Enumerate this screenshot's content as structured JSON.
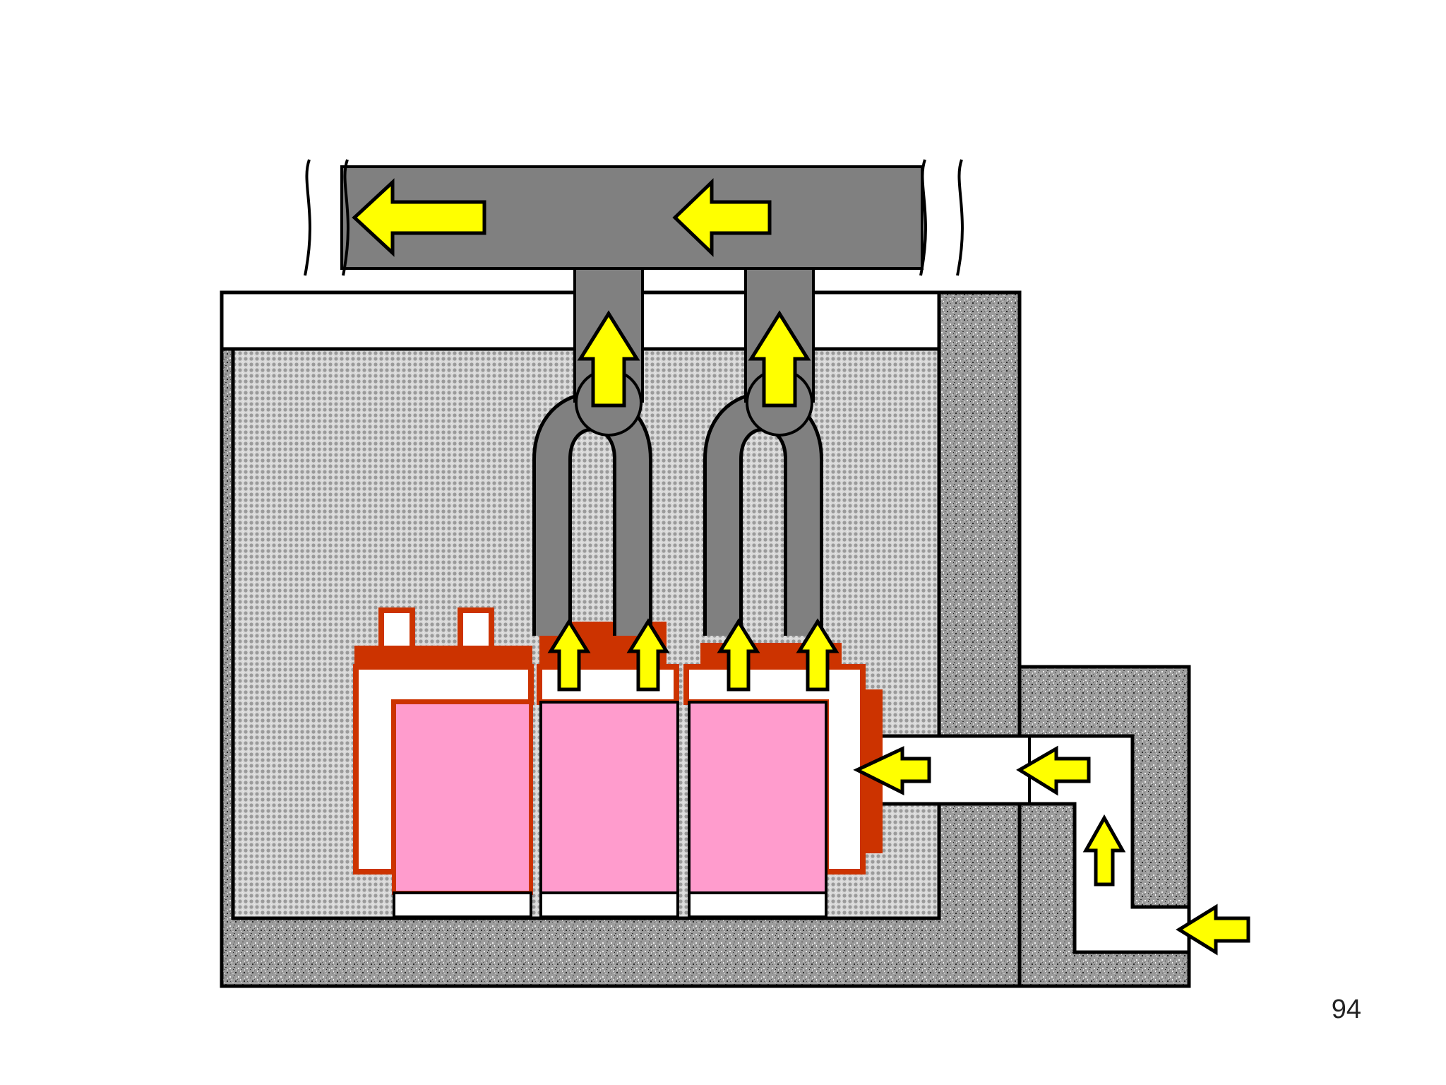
{
  "page": {
    "number": "94"
  },
  "colors": {
    "background": "#ffffff",
    "duct": "#808080",
    "arrow_fill": "#ffff00",
    "battery_cell": "#ff9ccd",
    "cell_frame": "#cc3300",
    "concrete": "#8a8a8a",
    "checker_fill": "#b8b8b8",
    "outline": "#000000"
  },
  "diagram": {
    "exhaust_duct_arrows": [
      "arrow-left",
      "arrow-left"
    ],
    "riser_arrows": [
      "arrow-up",
      "arrow-up"
    ],
    "cell_arrows": [
      "arrow-up",
      "arrow-up",
      "arrow-up",
      "arrow-up"
    ],
    "intake_arrows": [
      "arrow-left",
      "arrow-left",
      "arrow-up",
      "arrow-left"
    ]
  }
}
